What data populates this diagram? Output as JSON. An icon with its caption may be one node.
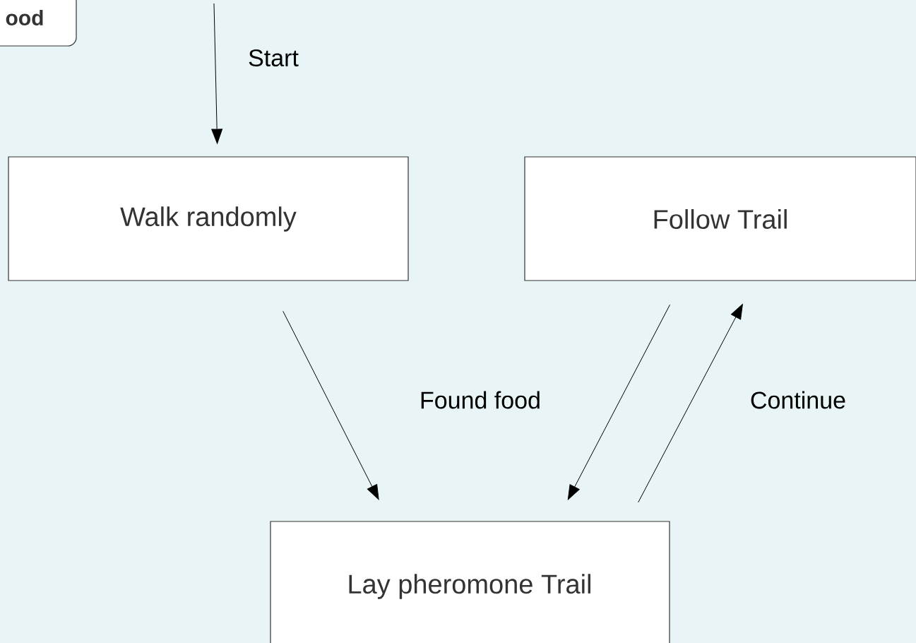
{
  "diagram": {
    "nodes": [
      {
        "text": [
          "ood"
        ]
      },
      {
        "text": [
          "Walk randomly"
        ]
      },
      {
        "text": [
          "Follow Trail"
        ]
      },
      {
        "text": [
          "Lay pheromone Trail"
        ]
      }
    ],
    "edges": [
      {
        "from": null,
        "to": 1,
        "arrow": "to",
        "label": "Start"
      },
      {
        "from": 1,
        "to": 3,
        "arrow": "to",
        "label": "Found food"
      },
      {
        "from": 2,
        "to": 3,
        "arrow": "to"
      },
      {
        "from": 3,
        "to": 2,
        "arrow": "to",
        "label": "Continue"
      }
    ]
  }
}
